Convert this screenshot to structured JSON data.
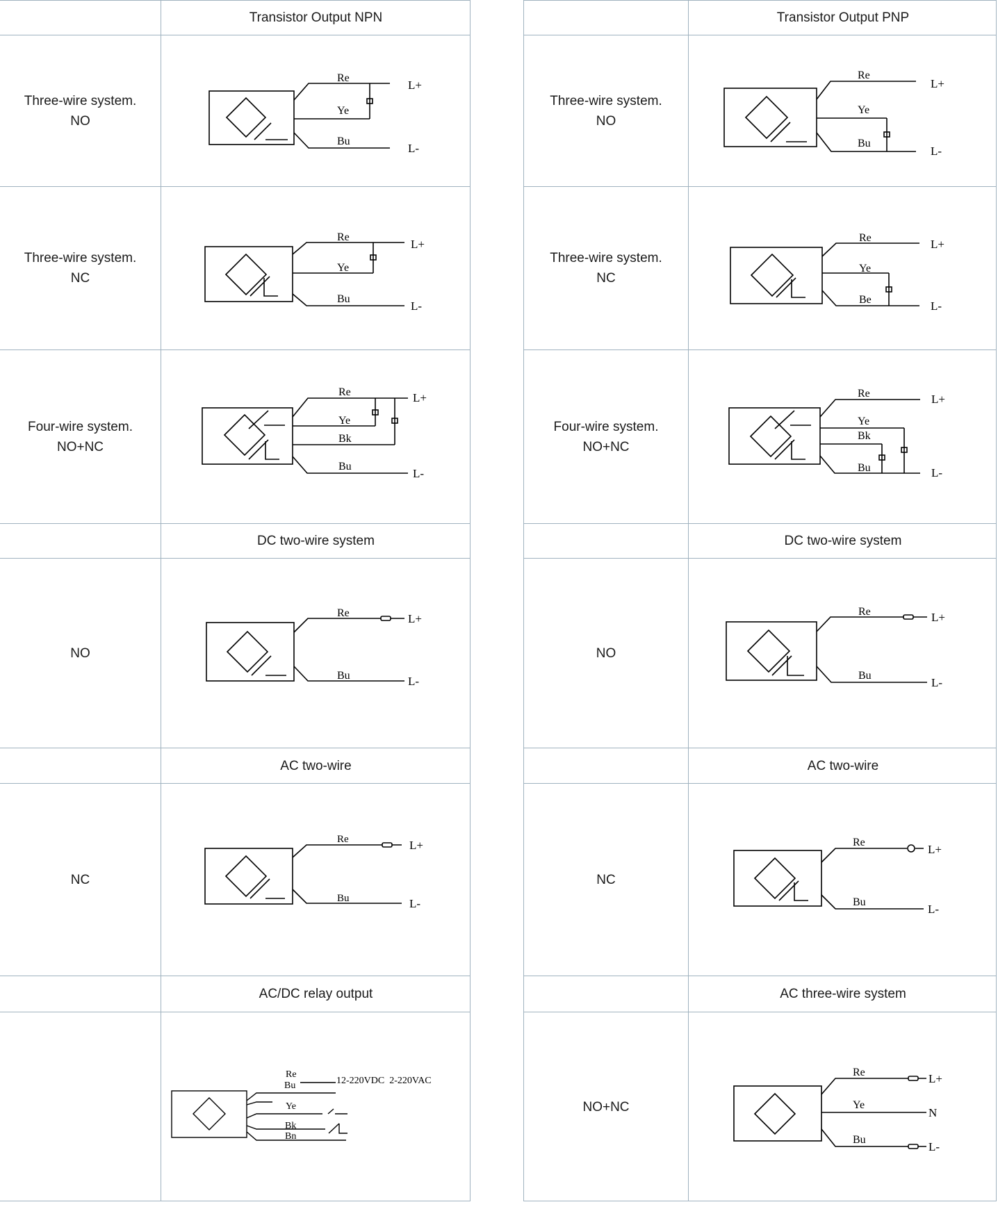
{
  "npn": {
    "header": "Transistor Output NPN",
    "row1": {
      "label_line1": "Three-wire system.",
      "label_line2": "NO"
    },
    "row2": {
      "label_line1": "Three-wire system.",
      "label_line2": "NC"
    },
    "row3": {
      "label_line1": "Four-wire system.",
      "label_line2": "NO+NC"
    }
  },
  "pnp": {
    "header": "Transistor Output PNP",
    "row1": {
      "label_line1": "Three-wire system.",
      "label_line2": "NO"
    },
    "row2": {
      "label_line1": "Three-wire system.",
      "label_line2": "NC"
    },
    "row3": {
      "label_line1": "Four-wire system.",
      "label_line2": "NO+NC"
    }
  },
  "dc_left": {
    "header": "DC two-wire system",
    "label": "NO"
  },
  "dc_right": {
    "header": "DC two-wire system",
    "label": "NO"
  },
  "ac_left": {
    "header": "AC two-wire",
    "label": "NC"
  },
  "ac_right": {
    "header": "AC two-wire",
    "label": "NC"
  },
  "relay": {
    "header": "AC/DC relay output",
    "supply": "12-220VDC  2-220VAC"
  },
  "ac3": {
    "header": "AC three-wire system",
    "label": "NO+NC"
  },
  "wires": {
    "re": "Re",
    "ye": "Ye",
    "bu": "Bu",
    "bk": "Bk",
    "be": "Be",
    "bn": "Bn",
    "lplus": "L+",
    "lminus": "L-",
    "n": "N"
  }
}
